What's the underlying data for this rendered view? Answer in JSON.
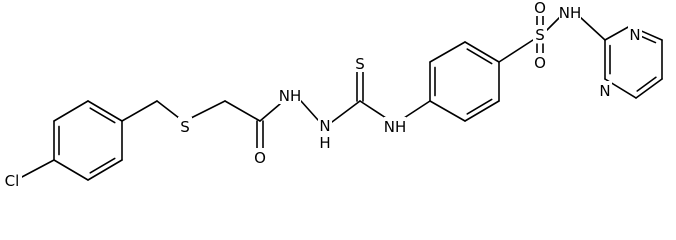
{
  "molecule": {
    "atoms": {
      "cl": "Cl",
      "s_thioether": "S",
      "o_carbonyl": "O",
      "nh_hydrazide": "NH",
      "n_hydrazine": "N",
      "h_hydrazine": "H",
      "s_thione": "S",
      "nh_thiourea": "NH",
      "s_sulfonyl": "S",
      "o_sulfonyl_top": "O",
      "o_sulfonyl_bottom": "O",
      "nh_sulfonamide": "NH",
      "n_pyrimidine_upper": "N",
      "n_pyrimidine_lower": "N"
    }
  },
  "colors": {
    "bond": "#000000",
    "label": "#000000",
    "background": "#ffffff"
  }
}
